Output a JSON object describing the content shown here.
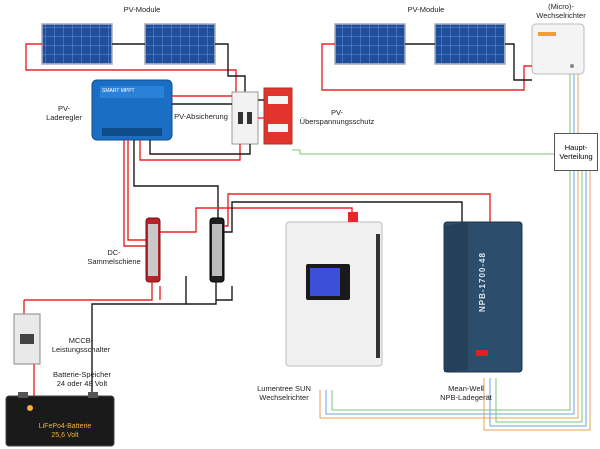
{
  "labels": {
    "pv_modules_left": "PV-Module",
    "pv_modules_right": "PV-Module",
    "micro_inverter": "(Micro)-\nWechselrichter",
    "charge_controller": "PV-\nLaderegler",
    "pv_fuse": "PV-Absicherung",
    "surge_protection": "PV-\nÜberspannungsschutz",
    "main_distribution": "Haupt-\nVerteilung",
    "dc_busbar": "DC-\nSammelschiene",
    "mccb": "MCCB-\nLeistungsschalter",
    "battery_storage": "Batterie-Speicher\n24 oder 48 Volt",
    "inverter": "Lumentree SUN\nWechselrichter",
    "charger": "Mean-Well\nNPB-Ladegerät"
  },
  "device_text": {
    "battery": "LiFePo4-Batterie\n25,6 Volt",
    "charger_model": "NPB-1700-48",
    "mppt_model": "SMART MPPT"
  },
  "colors": {
    "wire_positive": "#e8262a",
    "wire_negative": "#1a1a1a",
    "ac_green": "#7bc47b",
    "ac_blue": "#6aa6e0",
    "ac_orange": "#e8a05a",
    "pv_panel": "#1f4e9c",
    "victron_blue": "#1a6fc4",
    "charger_teal": "#2c4d6b",
    "surge_red": "#e0342c",
    "busbar_red": "#b8232b"
  }
}
